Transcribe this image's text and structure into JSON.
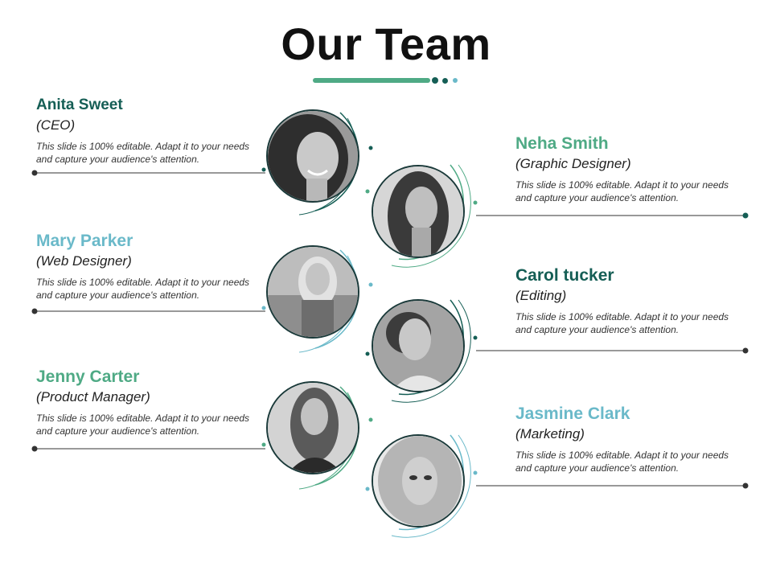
{
  "title": "Our Team",
  "colors": {
    "dark_teal": "#155e55",
    "green": "#4faa85",
    "light_teal": "#6ab9c9",
    "line": "#333333"
  },
  "members": [
    {
      "name": "Anita Sweet",
      "role": "(CEO)",
      "description": "This slide is 100% editable. Adapt it to your needs and capture your audience's attention.",
      "name_color": "#155e55"
    },
    {
      "name": "Neha Smith",
      "role": "(Graphic Designer)",
      "description": "This slide is 100% editable. Adapt it to your needs and capture your audience's attention.",
      "name_color": "#4faa85"
    },
    {
      "name": "Mary Parker",
      "role": "(Web Designer)",
      "description": "This slide is 100% editable. Adapt it to your needs and capture your audience's attention.",
      "name_color": "#6ab9c9"
    },
    {
      "name": "Carol tucker",
      "role": "(Editing)",
      "description": "This slide is 100% editable. Adapt it to your needs and capture your audience's attention.",
      "name_color": "#155e55"
    },
    {
      "name": "Jenny Carter",
      "role": "(Product Manager)",
      "description": "This slide is 100% editable. Adapt it to your needs and capture your audience's attention.",
      "name_color": "#4faa85"
    },
    {
      "name": "Jasmine Clark",
      "role": "(Marketing)",
      "description": "This slide is 100% editable. Adapt it to your needs and capture your audience's attention.",
      "name_color": "#6ab9c9"
    }
  ]
}
